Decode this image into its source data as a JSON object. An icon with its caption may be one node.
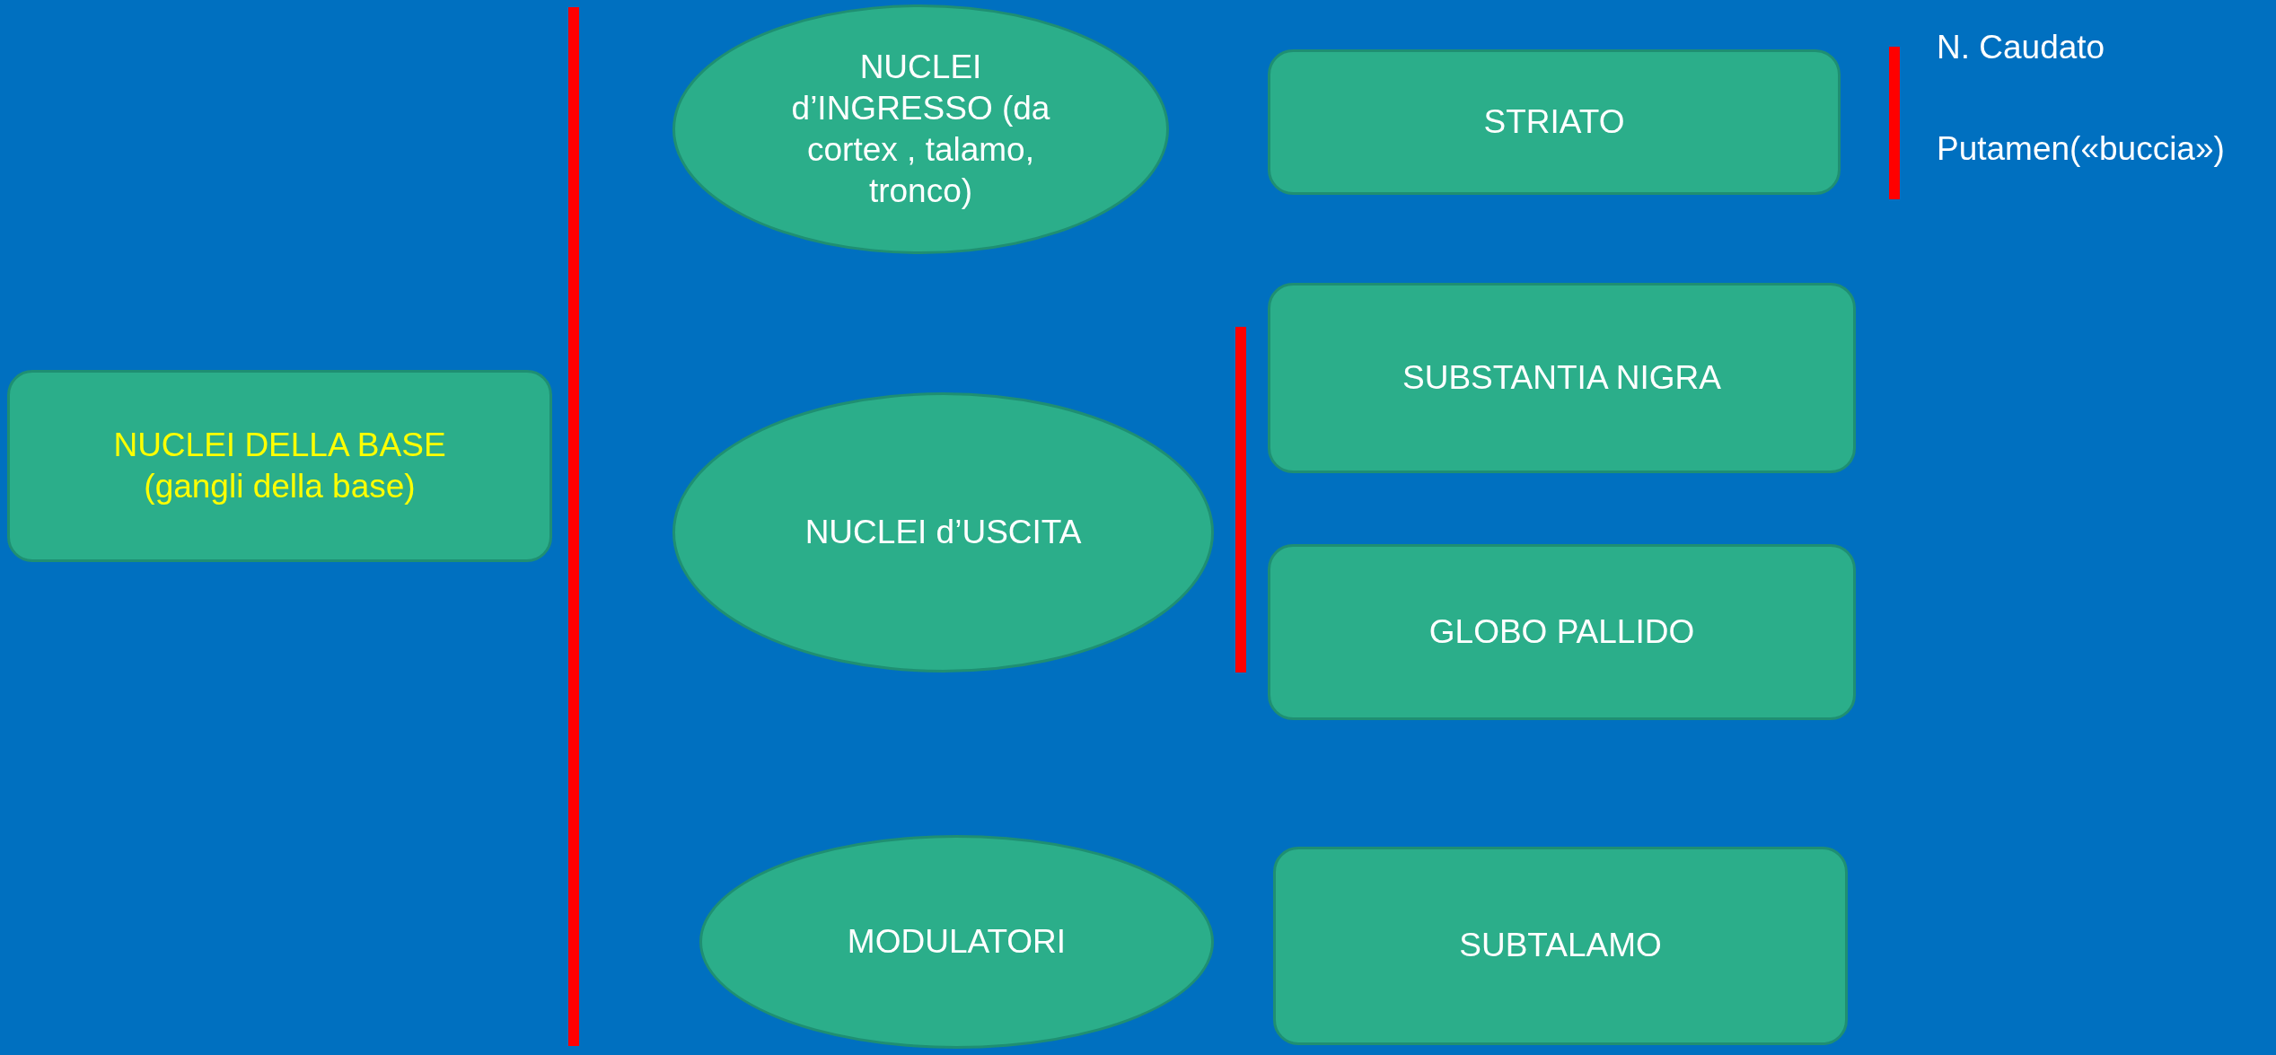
{
  "diagram": {
    "nodes": [
      {
        "text": [
          "NUCLEI DELLA BASE (gangli della base)"
        ]
      },
      {
        "text": [
          "NUCLEI d’INGRESSO (da cortex , talamo, tronco)"
        ]
      },
      {
        "text": [
          "STRIATO"
        ]
      },
      {
        "text": [
          "NUCLEI d’USCITA"
        ]
      },
      {
        "text": [
          "SUBSTANTIA NIGRA"
        ]
      },
      {
        "text": [
          "GLOBO PALLIDO"
        ]
      },
      {
        "text": [
          "MODULATORI"
        ]
      },
      {
        "text": [
          "SUBTALAMO"
        ]
      }
    ],
    "labels": [
      "N. Caudato",
      "Putamen(«buccia»)"
    ]
  }
}
